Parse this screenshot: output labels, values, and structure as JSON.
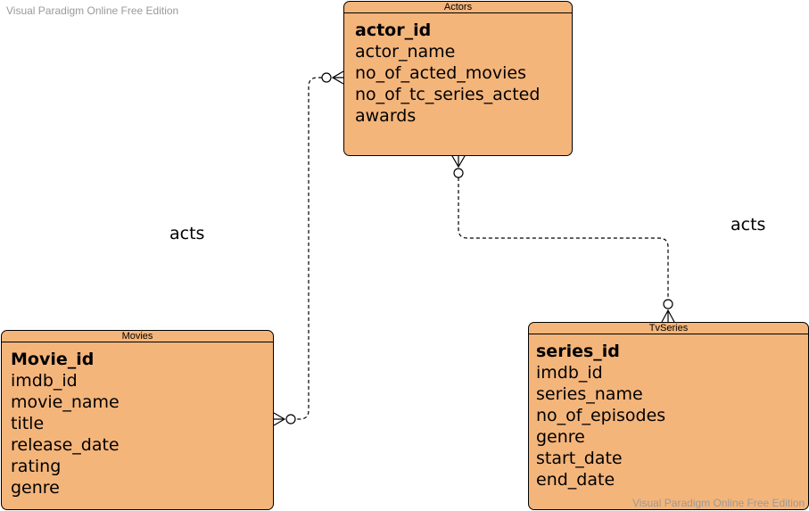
{
  "watermarks": {
    "top": "Visual Paradigm Online Free Edition",
    "bottom": "Visual Paradigm Online Free Edition"
  },
  "entities": [
    {
      "id": "actors",
      "name": "Actors",
      "fields": [
        {
          "name": "actor_id",
          "primary_key": true
        },
        {
          "name": "actor_name",
          "primary_key": false
        },
        {
          "name": "no_of_acted_movies",
          "primary_key": false
        },
        {
          "name": "no_of_tc_series_acted",
          "primary_key": false
        },
        {
          "name": "awards",
          "primary_key": false
        }
      ]
    },
    {
      "id": "movies",
      "name": "Movies",
      "fields": [
        {
          "name": "Movie_id",
          "primary_key": true
        },
        {
          "name": "imdb_id",
          "primary_key": false
        },
        {
          "name": "movie_name",
          "primary_key": false
        },
        {
          "name": "title",
          "primary_key": false
        },
        {
          "name": "release_date",
          "primary_key": false
        },
        {
          "name": "rating",
          "primary_key": false
        },
        {
          "name": "genre",
          "primary_key": false
        }
      ]
    },
    {
      "id": "tvseries",
      "name": "TvSeries",
      "fields": [
        {
          "name": "series_id",
          "primary_key": true
        },
        {
          "name": "imdb_id",
          "primary_key": false
        },
        {
          "name": "series_name",
          "primary_key": false
        },
        {
          "name": "no_of_episodes",
          "primary_key": false
        },
        {
          "name": "genre",
          "primary_key": false
        },
        {
          "name": "start_date",
          "primary_key": false
        },
        {
          "name": "end_date",
          "primary_key": false
        }
      ]
    }
  ],
  "relationships": [
    {
      "id": "actors-movies",
      "label": "acts",
      "from": "actors",
      "to": "movies",
      "from_cardinality": "zero-or-many",
      "to_cardinality": "zero-or-many"
    },
    {
      "id": "actors-tvseries",
      "label": "acts",
      "from": "actors",
      "to": "tvseries",
      "from_cardinality": "zero-or-many",
      "to_cardinality": "zero-or-many"
    }
  ],
  "colors": {
    "entity_fill": "#f4b57b",
    "border": "#000000",
    "watermark": "#9a9a9a"
  }
}
